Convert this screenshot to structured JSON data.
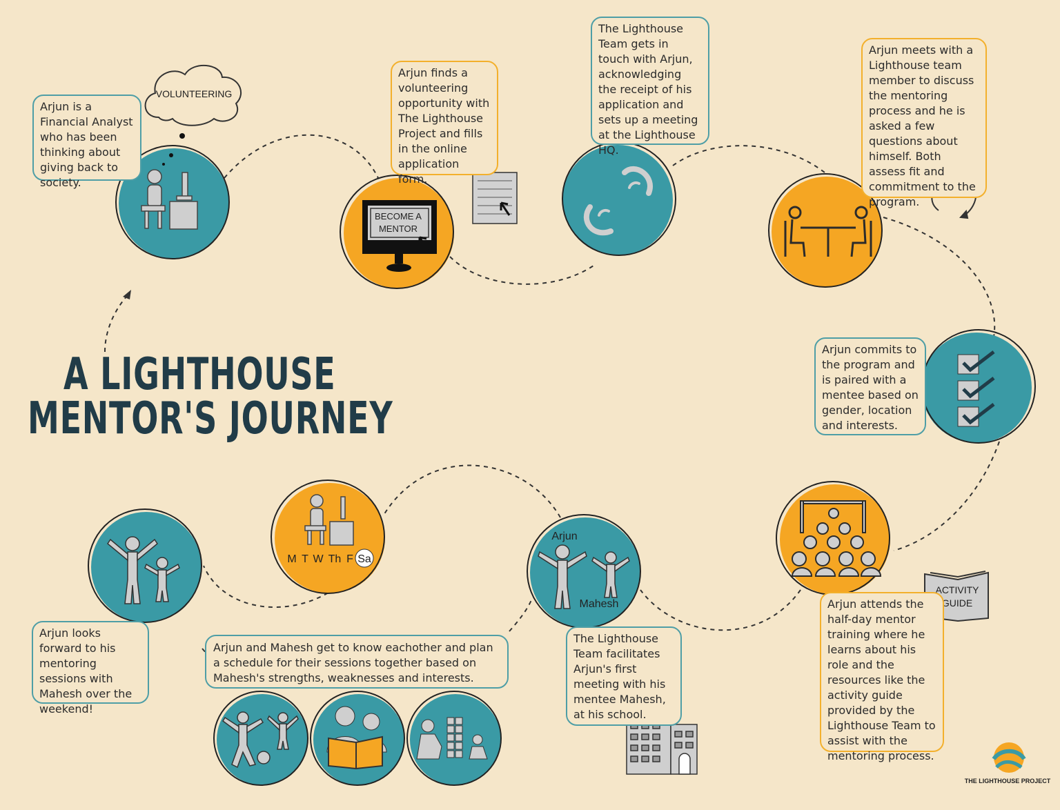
{
  "title": {
    "line1": "A LIGHTHOUSE",
    "line2": "MENTOR'S JOURNEY"
  },
  "colors": {
    "background": "#f5e6c9",
    "teal": "#3a9aa5",
    "orange": "#f5a623",
    "navy": "#213c48",
    "grey": "#cfcfcf"
  },
  "steps": [
    {
      "text": "Arjun is a Financial Analyst who has been thinking about giving back to society.",
      "icon": "person-at-desk-icon",
      "bubble": "VOLUNTEERING"
    },
    {
      "text": "Arjun finds a volunteering opportunity with The Lighthouse Project and fills in the online application form.",
      "icon": "monitor-icon",
      "screen_line1": "BECOME A",
      "screen_line2": "MENTOR"
    },
    {
      "text": "The Lighthouse Team gets in touch with Arjun, acknowledging the receipt of his application and sets up a meeting at the Lighthouse HQ.",
      "icon": "phones-icon"
    },
    {
      "text": "Arjun meets with a Lighthouse team member to discuss the mentoring process and he is asked a few questions about himself. Both assess fit and commitment to the program.",
      "icon": "meeting-table-icon"
    },
    {
      "text": "Arjun commits to the program and is paired with a mentee based on gender, location and interests.",
      "icon": "checklist-icon"
    },
    {
      "text": "Arjun attends the half-day mentor training where he learns about his role and the resources like the activity guide provided by the Lighthouse Team to assist with the mentoring process.",
      "icon": "classroom-icon",
      "book_line1": "ACTIVITY",
      "book_line2": "GUIDE"
    },
    {
      "text": "The Lighthouse Team facilitates Arjun's first meeting with his mentee Mahesh, at his school.",
      "icon": "mentor-mentee-icon",
      "name1": "Arjun",
      "name2": "Mahesh"
    },
    {
      "text": "Arjun and Mahesh get to know eachother and plan a schedule for their sessions together based on Mahesh's strengths, weaknesses and interests.",
      "icon": "schedule-icon",
      "days": [
        "M",
        "T",
        "W",
        "Th",
        "F",
        "Sa"
      ]
    },
    {
      "text": "Arjun looks forward to his mentoring sessions with Mahesh over the weekend!",
      "icon": "cheering-icon"
    }
  ],
  "logo": {
    "text": "THE LIGHTHOUSE PROJECT"
  }
}
